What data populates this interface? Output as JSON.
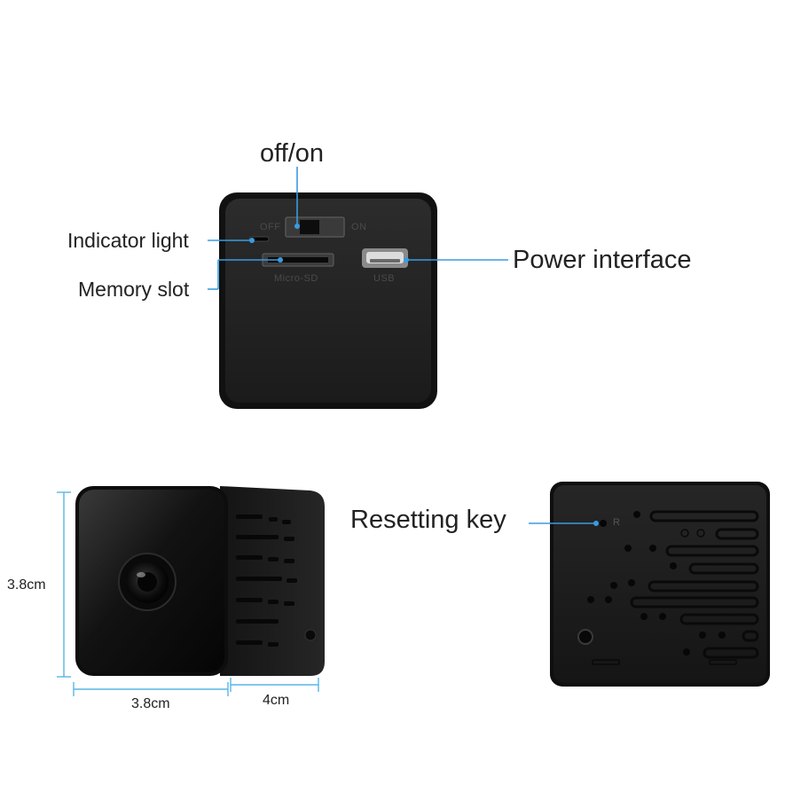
{
  "callouts": {
    "off_on": "off/on",
    "indicator_light": "Indicator light",
    "memory_slot": "Memory slot",
    "power_interface": "Power interface",
    "resetting_key": "Resetting key"
  },
  "device_markings": {
    "off": "OFF",
    "on": "ON",
    "micro_sd": "Micro-SD",
    "usb": "USB",
    "reset": "R"
  },
  "dimensions": {
    "height": "3.8cm",
    "width": "3.8cm",
    "depth": "4cm"
  },
  "colors": {
    "callout_line": "#3a9be0",
    "dimension_line": "#59b5e8",
    "device_body": "#1a1a1a"
  }
}
